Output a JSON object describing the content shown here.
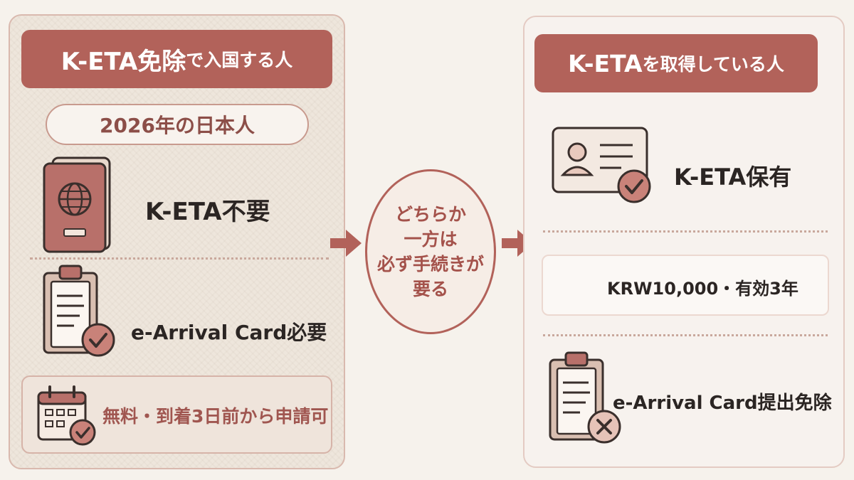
{
  "left_panel": {
    "header_main": "K-ETA免除",
    "header_sub": "で入国する人",
    "pill": "2026年の日本人",
    "row1_label": "K-ETA不要",
    "row2_label": "e-Arrival Card必要",
    "row3_label": "無料・到着3日前から申請可"
  },
  "center": {
    "lines": [
      "どちらか",
      "一方は",
      "必ず手続きが",
      "要る"
    ]
  },
  "right_panel": {
    "header_main": "K-ETA",
    "header_sub": "を取得している人",
    "row1_label": "K-ETA保有",
    "row2_label": "KRW10,000・有効3年",
    "row3_label": "e-Arrival Card提出免除"
  },
  "icons": {
    "passport": "passport-icon",
    "globe": "globe-icon",
    "clipboard_check": "clipboard-check-icon",
    "calendar_check": "calendar-check-icon",
    "id_card_check": "id-card-check-icon",
    "clipboard_cross": "clipboard-cross-icon",
    "arrow": "arrow-right-icon"
  },
  "colors": {
    "accent": "#b2625a",
    "text": "#2b2523",
    "soft_text": "#a05650"
  }
}
